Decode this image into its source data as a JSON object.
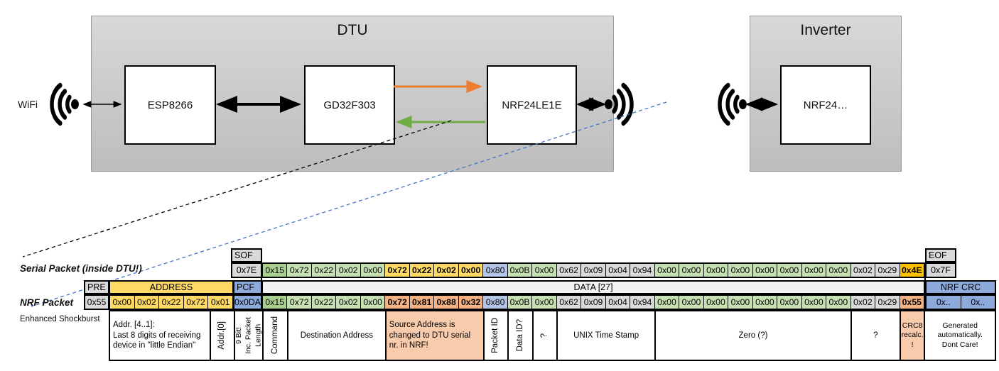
{
  "colors": {
    "gray": "#D9D9D9",
    "lightgray": "#F2F2F2",
    "yellow": "#FFD966",
    "blue": "#8EAADB",
    "lightblue": "#B4C6E7",
    "dgreen": "#A9D08E",
    "green": "#C6E0B4",
    "salmon": "#F4B183",
    "lightsalmon": "#F8CBAD",
    "gold": "#FFC000",
    "white": "#FFFFFF",
    "orange_arrow": "#ED7D31",
    "green_arrow": "#70AD47",
    "blue_dash": "#4472C4",
    "black": "#000000"
  },
  "diagram": {
    "wifi_label": "WiFi",
    "dtu": {
      "title": "DTU",
      "chips": [
        "ESP8266",
        "GD32F303",
        "NRF24LE1E"
      ]
    },
    "inverter": {
      "title": "Inverter",
      "chip": "NRF24…"
    }
  },
  "serial_packet": {
    "label": "Serial Packet (inside DTU!)",
    "sof": {
      "header": "SOF",
      "value": "0x7E"
    },
    "eof": {
      "header": "EOF",
      "value": "0x7F"
    },
    "bytes": [
      {
        "v": "0x15",
        "c": "dgreen"
      },
      {
        "v": "0x72",
        "c": "green"
      },
      {
        "v": "0x22",
        "c": "green"
      },
      {
        "v": "0x02",
        "c": "green"
      },
      {
        "v": "0x00",
        "c": "green"
      },
      {
        "v": "0x72",
        "c": "yellow",
        "b": true
      },
      {
        "v": "0x22",
        "c": "yellow",
        "b": true
      },
      {
        "v": "0x02",
        "c": "yellow",
        "b": true
      },
      {
        "v": "0x00",
        "c": "yellow",
        "b": true
      },
      {
        "v": "0x80",
        "c": "lightblue"
      },
      {
        "v": "0x0B",
        "c": "green"
      },
      {
        "v": "0x00",
        "c": "green"
      },
      {
        "v": "0x62",
        "c": "gray"
      },
      {
        "v": "0x09",
        "c": "gray"
      },
      {
        "v": "0x04",
        "c": "gray"
      },
      {
        "v": "0x94",
        "c": "gray"
      },
      {
        "v": "0x00",
        "c": "green"
      },
      {
        "v": "0x00",
        "c": "green"
      },
      {
        "v": "0x00",
        "c": "green"
      },
      {
        "v": "0x00",
        "c": "green"
      },
      {
        "v": "0x00",
        "c": "green"
      },
      {
        "v": "0x00",
        "c": "green"
      },
      {
        "v": "0x00",
        "c": "green"
      },
      {
        "v": "0x00",
        "c": "green"
      },
      {
        "v": "0x02",
        "c": "gray"
      },
      {
        "v": "0x29",
        "c": "gray"
      },
      {
        "v": "0x4E",
        "c": "gold",
        "b": true
      }
    ]
  },
  "nrf_packet": {
    "label": "NRF Packet",
    "sublabel": "Enhanced Shockburst",
    "headers": {
      "pre": "PRE",
      "address": "ADDRESS",
      "pcf": "PCF",
      "data": "DATA [27]",
      "crc": "NRF CRC"
    },
    "pre": [
      {
        "v": "0x55",
        "c": "gray"
      }
    ],
    "address": [
      {
        "v": "0x00",
        "c": "yellow"
      },
      {
        "v": "0x02",
        "c": "yellow"
      },
      {
        "v": "0x22",
        "c": "yellow"
      },
      {
        "v": "0x72",
        "c": "yellow"
      },
      {
        "v": "0x01",
        "c": "yellow"
      }
    ],
    "pcf": [
      {
        "v": "0x0DA",
        "c": "blue"
      }
    ],
    "bytes": [
      {
        "v": "0x15",
        "c": "dgreen"
      },
      {
        "v": "0x72",
        "c": "green"
      },
      {
        "v": "0x22",
        "c": "green"
      },
      {
        "v": "0x02",
        "c": "green"
      },
      {
        "v": "0x00",
        "c": "green"
      },
      {
        "v": "0x72",
        "c": "salmon",
        "b": true
      },
      {
        "v": "0x81",
        "c": "salmon",
        "b": true
      },
      {
        "v": "0x88",
        "c": "salmon",
        "b": true
      },
      {
        "v": "0x32",
        "c": "salmon",
        "b": true
      },
      {
        "v": "0x80",
        "c": "lightblue"
      },
      {
        "v": "0x0B",
        "c": "green"
      },
      {
        "v": "0x00",
        "c": "green"
      },
      {
        "v": "0x62",
        "c": "gray"
      },
      {
        "v": "0x09",
        "c": "gray"
      },
      {
        "v": "0x04",
        "c": "gray"
      },
      {
        "v": "0x94",
        "c": "gray"
      },
      {
        "v": "0x00",
        "c": "green"
      },
      {
        "v": "0x00",
        "c": "green"
      },
      {
        "v": "0x00",
        "c": "green"
      },
      {
        "v": "0x00",
        "c": "green"
      },
      {
        "v": "0x00",
        "c": "green"
      },
      {
        "v": "0x00",
        "c": "green"
      },
      {
        "v": "0x00",
        "c": "green"
      },
      {
        "v": "0x00",
        "c": "green"
      },
      {
        "v": "0x02",
        "c": "gray"
      },
      {
        "v": "0x29",
        "c": "gray"
      },
      {
        "v": "0x55",
        "c": "salmon",
        "b": true
      }
    ],
    "crc": [
      {
        "v": "0x..",
        "c": "blue"
      },
      {
        "v": "0x..",
        "c": "blue"
      }
    ],
    "annotations": [
      {
        "text": "Addr. [4..1]:\nLast 8 digits of receiving\ndevice in \"little Endian\"",
        "w": 140,
        "left": true
      },
      {
        "text": "Addr.[0]",
        "w": 35,
        "vert": true
      },
      {
        "text": "9 Bit!\nInc. Packet\nLength",
        "w": 40,
        "vert": true,
        "small": true
      },
      {
        "text": "Command",
        "w": 34.6,
        "vert": true
      },
      {
        "text": "Destination Address",
        "w": 138.4
      },
      {
        "text": "Source Address is\nchanged to DTU serial\nnr. in NRF!",
        "w": 138.4,
        "c": "lightsalmon",
        "left": true
      },
      {
        "text": "Packet ID",
        "w": 34.6,
        "vert": true
      },
      {
        "text": "Data ID?",
        "w": 34.6,
        "vert": true
      },
      {
        "text": "?",
        "w": 34.6,
        "vert": true
      },
      {
        "text": "UNIX Time Stamp",
        "w": 138.4
      },
      {
        "text": "Zero (?)",
        "w": 276.8
      },
      {
        "text": "?",
        "w": 69.2
      },
      {
        "text": "CRC8\nrecalc.\n!",
        "w": 34.6,
        "c": "lightsalmon",
        "small": true
      },
      {
        "text": "Generated\nautomatically.\nDont Care!",
        "w": 100,
        "small": true
      }
    ]
  }
}
